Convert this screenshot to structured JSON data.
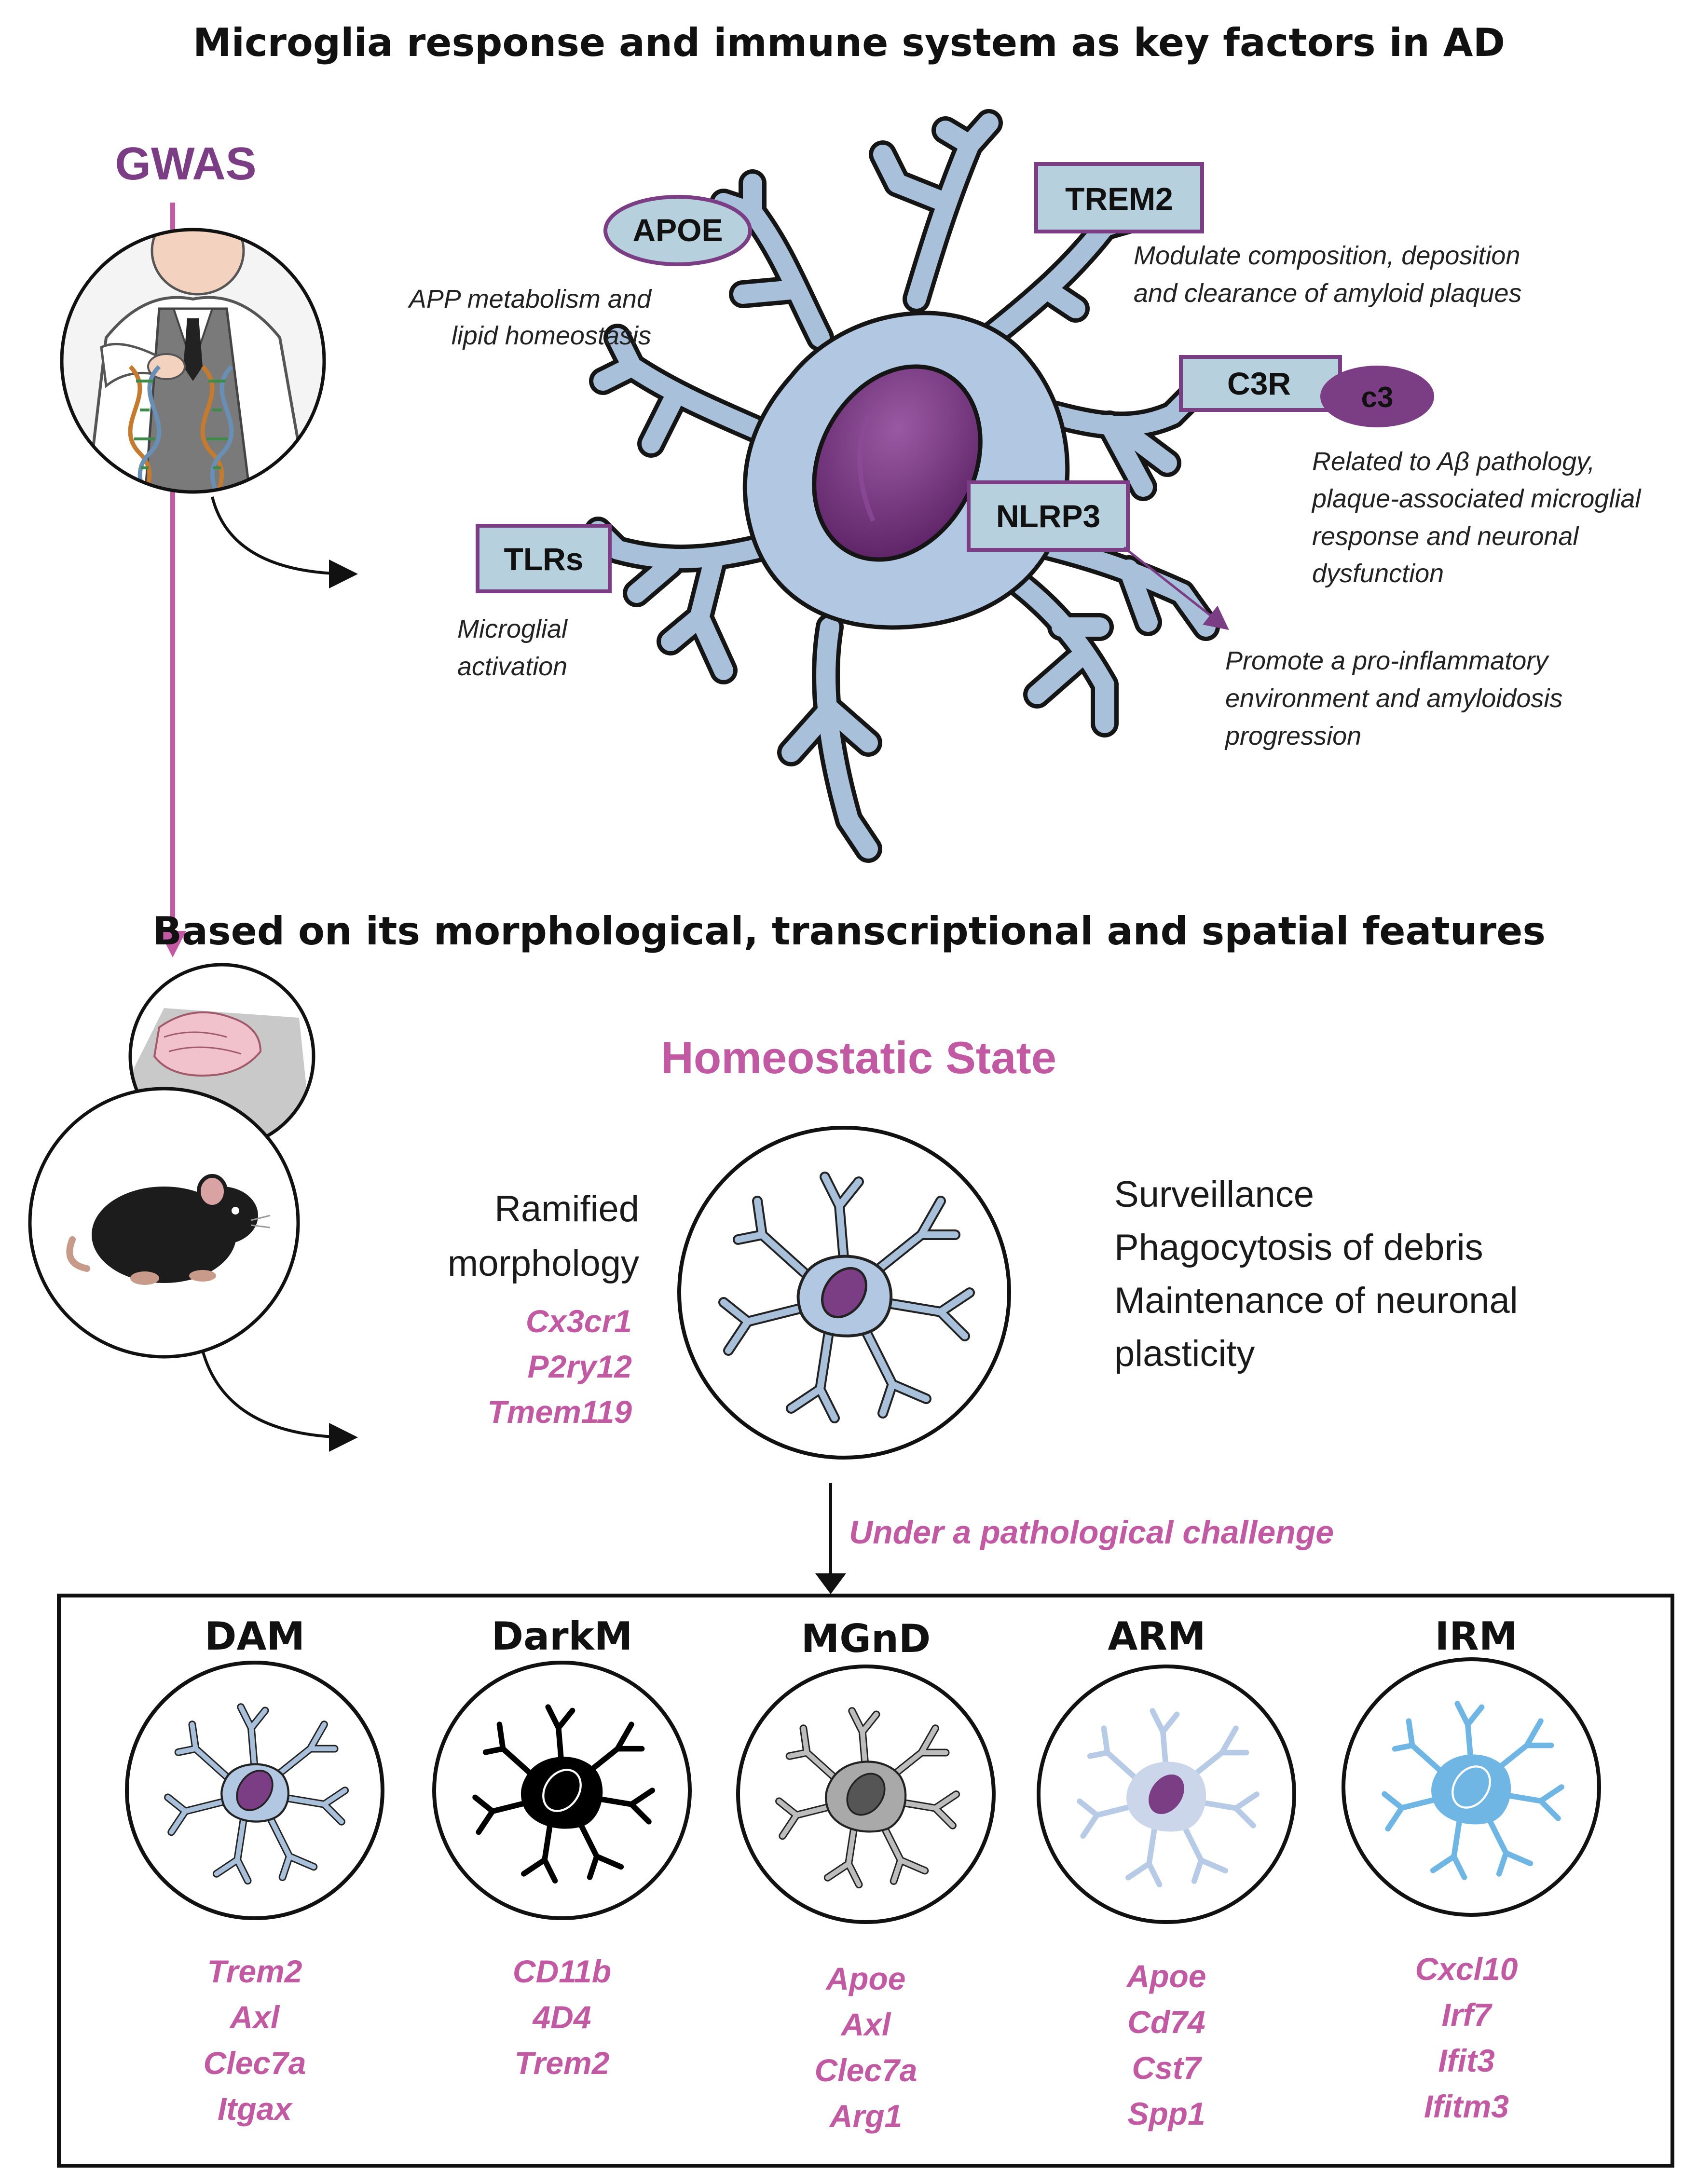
{
  "header": {
    "title": "Microglia response and immune system as key factors in AD",
    "gwas_label": "GWAS"
  },
  "top_cell": {
    "receptors": {
      "apoe": "APOE",
      "trem2": "TREM2",
      "c3r": "C3R",
      "c3": "c3",
      "nlrp3": "NLRP3",
      "tlrs": "TLRs"
    },
    "notes": {
      "apoe": [
        "APP metabolism and",
        "lipid homeostasis"
      ],
      "trem2": [
        "Modulate composition, deposition",
        "and clearance of amyloid plaques"
      ],
      "c3r": [
        "Related to Aβ pathology,",
        "plaque-associated microglial",
        "response and neuronal",
        "dysfunction"
      ],
      "nlrp3": [
        "Promote a pro-inflammatory",
        "environment and amyloidosis",
        "progression"
      ],
      "tlrs": [
        "Microglial",
        "activation"
      ]
    }
  },
  "middle": {
    "subtitle": "Based on its morphological, transcriptional and spatial features",
    "state_title": "Homeostatic State",
    "morphology": [
      "Ramified",
      "morphology"
    ],
    "genes": [
      "Cx3cr1",
      "P2ry12",
      "Tmem119"
    ],
    "functions": [
      "Surveillance",
      "Phagocytosis of debris",
      "Maintenance of neuronal",
      "plasticity"
    ],
    "challenge_label": "Under a pathological challenge"
  },
  "states": [
    {
      "name": "DAM",
      "genes": [
        "Trem2",
        "Axl",
        "Clec7a",
        "Itgax"
      ]
    },
    {
      "name": "DarkM",
      "genes": [
        "CD11b",
        "4D4",
        "Trem2"
      ]
    },
    {
      "name": "MGnD",
      "genes": [
        "Apoe",
        "Axl",
        "Clec7a",
        "Arg1"
      ]
    },
    {
      "name": "ARM",
      "genes": [
        "Apoe",
        "Cd74",
        "Cst7",
        "Spp1"
      ]
    },
    {
      "name": "IRM",
      "genes": [
        "Cxcl10",
        "Irf7",
        "Ifit3",
        "Ifitm3"
      ]
    }
  ],
  "colors": {
    "purple": "#7b3d83",
    "pink": "#c15aa3",
    "cell_body": "#b2c8e2",
    "nucleus": "#6e2b78",
    "receptor_fill": "#b7d0dd",
    "dark_cell": "#000000",
    "gray_cell": "#a9a9a9",
    "light_cell": "#cbd6ea",
    "irm_cell": "#6fb6e5"
  }
}
